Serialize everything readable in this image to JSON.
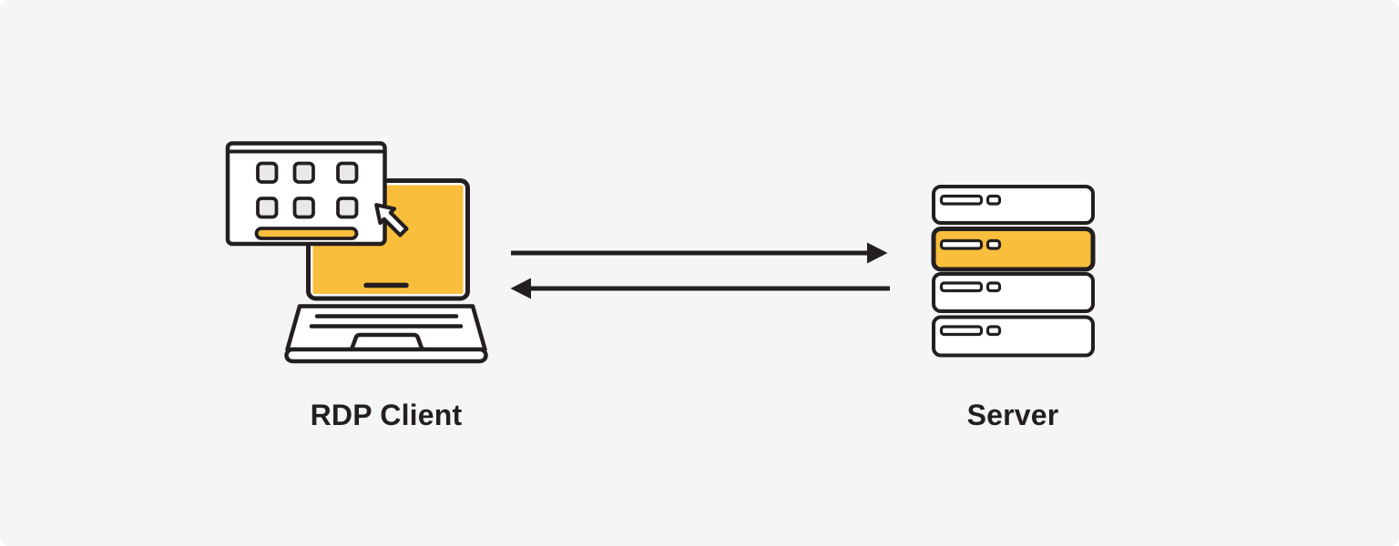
{
  "diagram": {
    "client": {
      "label": "RDP Client"
    },
    "server": {
      "label": "Server",
      "units": [
        {
          "highlighted": false
        },
        {
          "highlighted": true
        },
        {
          "highlighted": false
        },
        {
          "highlighted": false
        }
      ]
    },
    "arrows": [
      {
        "name": "client-to-server-arrow",
        "direction": "right"
      },
      {
        "name": "server-to-client-arrow",
        "direction": "left"
      }
    ],
    "colors": {
      "background": "#f5f5f6",
      "outline": "#231f20",
      "accent": "#f9be3c",
      "panel": "#ffffff",
      "tile": "#e9e9e9"
    }
  }
}
